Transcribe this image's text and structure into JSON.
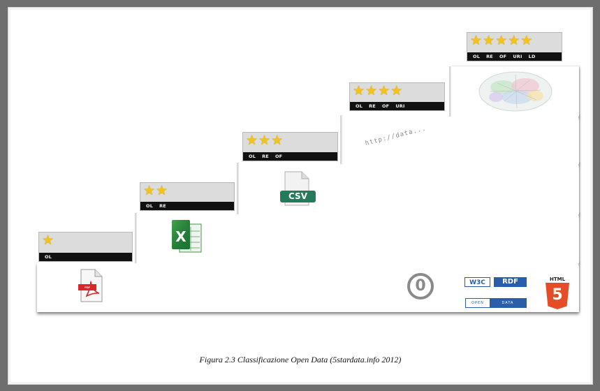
{
  "steps": [
    {
      "rating": 1,
      "codes": [
        "OL"
      ]
    },
    {
      "rating": 2,
      "codes": [
        "OL",
        "RE"
      ]
    },
    {
      "rating": 3,
      "codes": [
        "OL",
        "RE",
        "OF"
      ]
    },
    {
      "rating": 4,
      "codes": [
        "OL",
        "RE",
        "OF",
        "URI"
      ]
    },
    {
      "rating": 5,
      "codes": [
        "OL",
        "RE",
        "OF",
        "URI",
        "LD"
      ]
    }
  ],
  "icons": {
    "pdf": {
      "name": "pdf-document-icon",
      "label": "PDF"
    },
    "excel": {
      "name": "excel-spreadsheet-icon",
      "label": "X"
    },
    "csv": {
      "name": "csv-file-icon",
      "label": "CSV"
    },
    "url": {
      "name": "url-text",
      "label": "http://data..."
    },
    "graph": {
      "name": "linked-data-cloud-icon"
    },
    "public_domain": {
      "name": "public-domain-zero-icon",
      "label": "0"
    },
    "w3c": {
      "label": "W3C"
    },
    "rdf": {
      "label": "RDF"
    },
    "open_data": {
      "left": "OPEN",
      "right": "DATA"
    },
    "html5": {
      "label": "HTML",
      "number": "5"
    }
  },
  "caption": "Figura 2.3 Classificazione Open Data (5stardata.info 2012)",
  "colors": {
    "star": "#f4c318",
    "badge_bg": "#dcdcdc",
    "strip": "#111111",
    "frame": "#6e6e6e"
  }
}
